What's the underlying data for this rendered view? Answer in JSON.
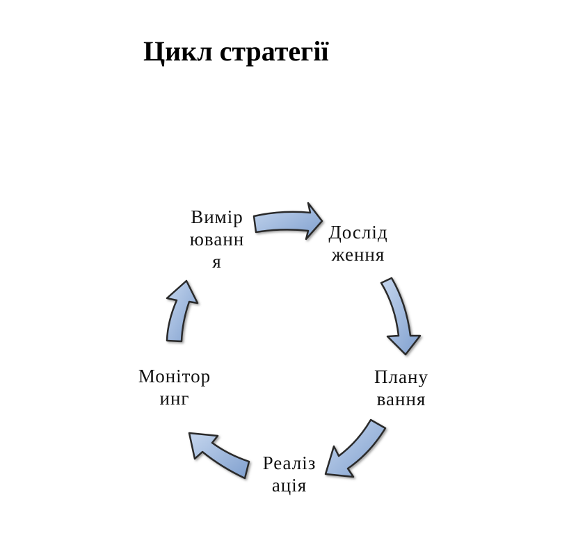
{
  "title": "Цикл стратегії",
  "arrow_fill": "#8aa9d6",
  "arrow_fill_light": "#c5d6ee",
  "arrow_outline": "#2b2b2b",
  "stages": [
    {
      "id": "research",
      "lines": [
        "Дослід",
        "ження"
      ]
    },
    {
      "id": "planning",
      "lines": [
        "Плану",
        "вання"
      ]
    },
    {
      "id": "implementation",
      "lines": [
        "Реаліз",
        "ація"
      ]
    },
    {
      "id": "monitoring",
      "lines": [
        "Монітор",
        "инг"
      ]
    },
    {
      "id": "measurement",
      "lines": [
        "Вимір",
        "юванн",
        "я"
      ]
    }
  ]
}
